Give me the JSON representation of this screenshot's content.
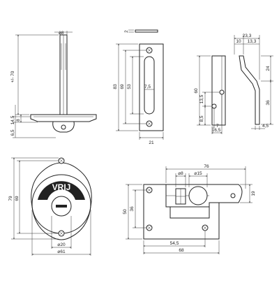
{
  "views": {
    "spindle_side": {
      "dim_height": "+/- 70",
      "dim_diameter": "⌀8",
      "dim_base": "14,5",
      "dim_base_inner": "8",
      "dim_bottom": "6,5"
    },
    "plate_front": {
      "dim_thickness": "2",
      "dim_height_total": "83",
      "dim_height_69": "69",
      "dim_height_53": "53",
      "dim_slot": "7,5",
      "dim_width": "21"
    },
    "latch_side": {
      "dim_width_total": "23,3",
      "dim_w10": "10",
      "dim_w13": "13,3",
      "dim_height_60": "60",
      "dim_24": "24",
      "dim_36": "36",
      "dim_13_5": "13,5",
      "dim_8_5": "8,5",
      "dim_7": "7",
      "dim_16_5": "16,5",
      "dim_4_5": "4,5"
    },
    "indicator_front": {
      "label": "VRIJ",
      "dim_79": "79",
      "dim_69": "69",
      "dim_d20": "⌀20",
      "dim_d61": "⌀61"
    },
    "lock_top": {
      "dim_76": "76",
      "dim_d8": "⌀8",
      "dim_d15": "⌀15",
      "dim_19": "19",
      "dim_50": "50",
      "dim_36": "36",
      "dim_54_5": "54,5",
      "dim_68": "68"
    }
  }
}
